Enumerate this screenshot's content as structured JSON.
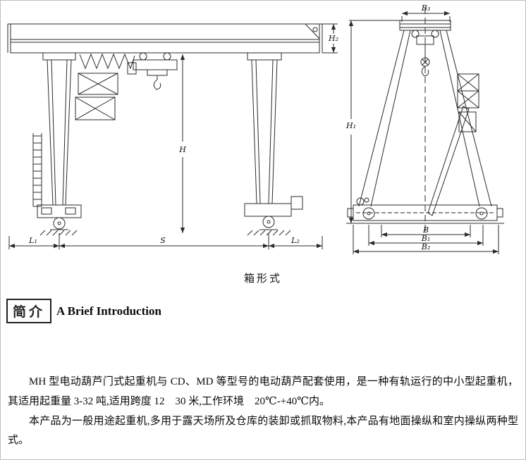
{
  "figure": {
    "caption": "箱形式",
    "front_view": {
      "dim_h2": "H₂",
      "dim_h": "H",
      "dim_l1": "L₁",
      "dim_s": "S",
      "dim_l2": "L₂"
    },
    "side_view": {
      "dim_b3": "B₃",
      "dim_h1": "H₁",
      "dim_b": "B",
      "dim_b1": "B₁",
      "dim_b2": "B₂"
    }
  },
  "intro": {
    "badge": "简介",
    "heading": "A Brief Introduction",
    "paragraphs": {
      "p1": "MH 型电动葫芦门式起重机与 CD、MD 等型号的电动葫芦配套使用，是一种有轨运行的中小型起重机，其适用起重量 3-32 吨,适用跨度 12　30 米,工作环境　20℃-+40℃内。",
      "p2": "本产品为一般用途起重机,多用于露天场所及仓库的装卸或抓取物料,本产品有地面操纵和室内操纵两种型式。"
    }
  }
}
